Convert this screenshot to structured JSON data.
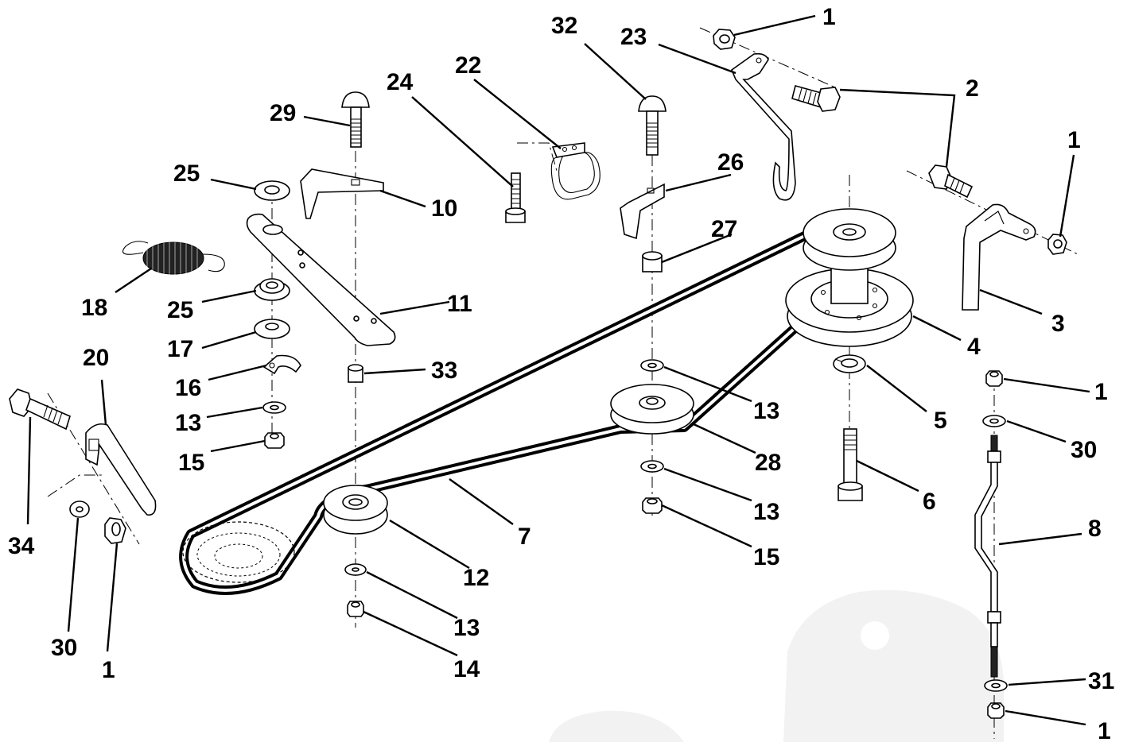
{
  "callouts": [
    {
      "id": "c1a",
      "label": "1",
      "part": "nut"
    },
    {
      "id": "c23",
      "label": "23",
      "part": "lever"
    },
    {
      "id": "c32",
      "label": "32",
      "part": "carriage-bolt"
    },
    {
      "id": "c2",
      "label": "2",
      "part": "shoulder-bolt"
    },
    {
      "id": "c22",
      "label": "22",
      "part": "belt-guide"
    },
    {
      "id": "c24",
      "label": "24",
      "part": "screw"
    },
    {
      "id": "c29",
      "label": "29",
      "part": "carriage-bolt"
    },
    {
      "id": "c1b",
      "label": "1",
      "part": "nut"
    },
    {
      "id": "c26",
      "label": "26",
      "part": "bracket"
    },
    {
      "id": "c25a",
      "label": "25",
      "part": "bushing"
    },
    {
      "id": "c10",
      "label": "10",
      "part": "bracket"
    },
    {
      "id": "c27",
      "label": "27",
      "part": "spacer"
    },
    {
      "id": "c18",
      "label": "18",
      "part": "spring"
    },
    {
      "id": "c25b",
      "label": "25",
      "part": "bushing"
    },
    {
      "id": "c11",
      "label": "11",
      "part": "idler-arm"
    },
    {
      "id": "c3",
      "label": "3",
      "part": "lever"
    },
    {
      "id": "c4",
      "label": "4",
      "part": "pulley"
    },
    {
      "id": "c20",
      "label": "20",
      "part": "arm"
    },
    {
      "id": "c17",
      "label": "17",
      "part": "washer"
    },
    {
      "id": "c33",
      "label": "33",
      "part": "spacer"
    },
    {
      "id": "c16",
      "label": "16",
      "part": "clip"
    },
    {
      "id": "c1c",
      "label": "1",
      "part": "nut"
    },
    {
      "id": "c13a",
      "label": "13",
      "part": "washer"
    },
    {
      "id": "c5",
      "label": "5",
      "part": "lock-washer"
    },
    {
      "id": "c13b",
      "label": "13",
      "part": "washer"
    },
    {
      "id": "c30a",
      "label": "30",
      "part": "washer"
    },
    {
      "id": "c15a",
      "label": "15",
      "part": "nut"
    },
    {
      "id": "c28",
      "label": "28",
      "part": "pulley"
    },
    {
      "id": "c6",
      "label": "6",
      "part": "bolt"
    },
    {
      "id": "c13c",
      "label": "13",
      "part": "washer"
    },
    {
      "id": "c8",
      "label": "8",
      "part": "rod"
    },
    {
      "id": "c34",
      "label": "34",
      "part": "shoulder-bolt"
    },
    {
      "id": "c7",
      "label": "7",
      "part": "belt"
    },
    {
      "id": "c15b",
      "label": "15",
      "part": "nut"
    },
    {
      "id": "c12",
      "label": "12",
      "part": "pulley"
    },
    {
      "id": "c13d",
      "label": "13",
      "part": "washer"
    },
    {
      "id": "c30b",
      "label": "30",
      "part": "washer"
    },
    {
      "id": "c1d",
      "label": "1",
      "part": "nut"
    },
    {
      "id": "c14",
      "label": "14",
      "part": "nut"
    },
    {
      "id": "c31",
      "label": "31",
      "part": "washer"
    },
    {
      "id": "c1e",
      "label": "1",
      "part": "nut"
    }
  ]
}
